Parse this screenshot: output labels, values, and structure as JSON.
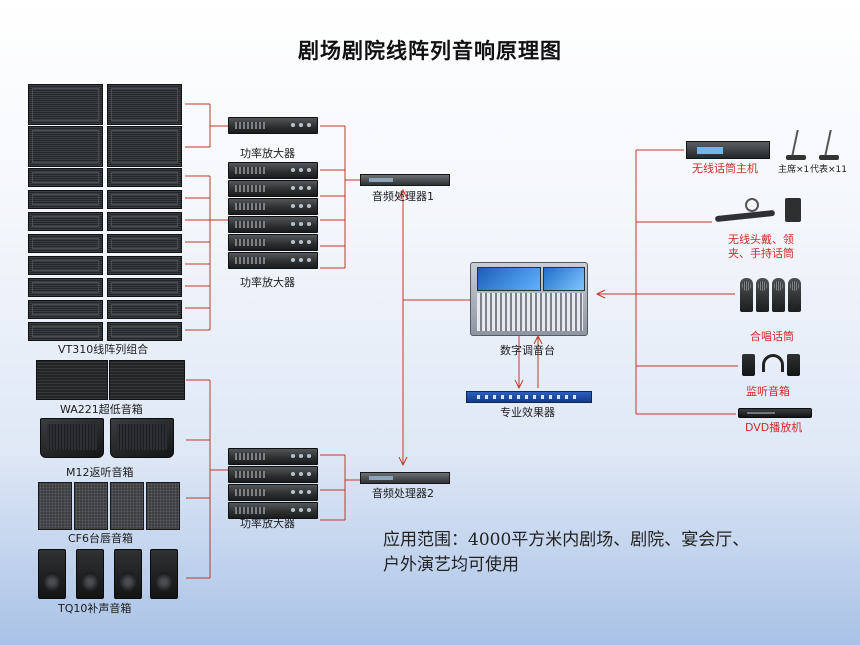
{
  "diagram_data": {
    "title": "剧场剧院线阵列音响原理图",
    "left_groups": {
      "line_array": "VT310线阵列组合",
      "subwoofer": "WA221超低音箱",
      "monitor": "M12返听音箱",
      "front_fill": "CF6台唇音箱",
      "fill": "TQ10补声音箱"
    },
    "amplifiers": {
      "top_single": "功率放大器",
      "stack_1": "功率放大器",
      "stack_2": "功率放大器"
    },
    "processors": {
      "p1": "音频处理器1",
      "p2": "音频处理器2"
    },
    "center": {
      "console": "数字调音台",
      "effects": "专业效果器"
    },
    "sources": {
      "wireless_system": "无线话筒主机",
      "chairman_mic": "主席×1",
      "delegate_mic": "代表×11",
      "headset_handheld_line1": "无线头戴、领",
      "headset_handheld_line2": "夹、手持话筒",
      "choir_mic": "合唱话筒",
      "monitor_speaker": "监听音箱",
      "dvd": "DVD播放机"
    },
    "note": {
      "line1": "应用范围：4000平方米内剧场、剧院、宴会厅、",
      "line2": "户外演艺均可使用"
    },
    "colors": {
      "wire": "#c0392b",
      "label_red": "#d22a2a",
      "background_top": "#ffffff",
      "background_bottom": "#a9c2e6"
    }
  }
}
